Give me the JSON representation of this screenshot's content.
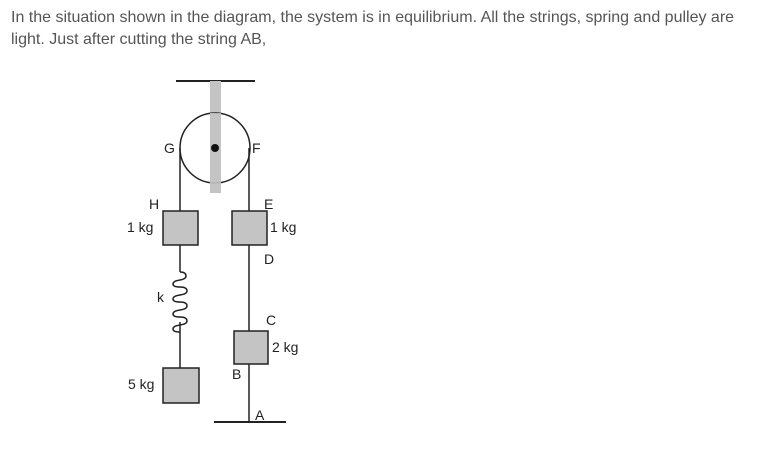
{
  "question": "In the situation shown in the diagram, the system is in equilibrium. All the strings, spring and pulley are light. Just after cutting the string AB,",
  "diagram": {
    "labels": {
      "G": "G",
      "F": "F",
      "H": "H",
      "E": "E",
      "D": "D",
      "C": "C",
      "B": "B",
      "A": "A",
      "k": "k"
    },
    "masses": {
      "left_top": "1 kg",
      "right_top": "1 kg",
      "right_bottom": "2 kg",
      "left_bottom": "5 kg"
    }
  }
}
